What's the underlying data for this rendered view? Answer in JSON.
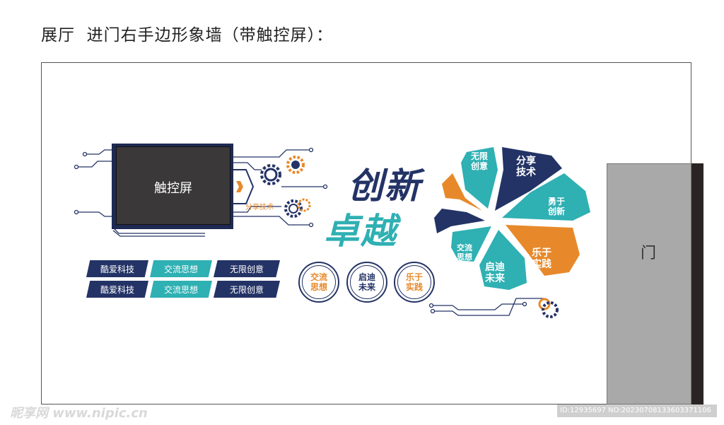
{
  "heading": "展厅  进门右手边形象墙（带触控屏）：",
  "door": {
    "label": "门"
  },
  "screen": {
    "label": "触控屏"
  },
  "share_small": "分享技术",
  "title": {
    "line1": "创新",
    "line2": "卓越"
  },
  "chevrons": {
    "row1": [
      "酷爱科技",
      "交流思想",
      "无限创意"
    ],
    "row2": [
      "酷爱科技",
      "交流思想",
      "无限创意"
    ]
  },
  "circles": [
    {
      "line1": "交流",
      "line2": "思想",
      "color": "#e7892a"
    },
    {
      "line1": "启迪",
      "line2": "未来",
      "color": "#243366"
    },
    {
      "line1": "乐于",
      "line2": "实践",
      "color": "#e7892a"
    }
  ],
  "petals": {
    "p1": {
      "line1": "无限",
      "line2": "创意"
    },
    "p2": {
      "line1": "分享",
      "line2": "技术"
    },
    "p3": {
      "line1": "勇于",
      "line2": "创新"
    },
    "p4": {
      "line1": "乐于",
      "line2": "实践"
    },
    "p5": {
      "line1": "启迪",
      "line2": "未来"
    },
    "p6": {
      "line1": "交流",
      "line2": "思想"
    }
  },
  "watermark": "昵享网 www.nipic.cn",
  "id_text": "ID:12935697 NO:20230708133603371106",
  "colors": {
    "navy": "#243366",
    "teal": "#2fb0b3",
    "orange": "#e7892a",
    "door_gray": "#a9a9a9"
  }
}
